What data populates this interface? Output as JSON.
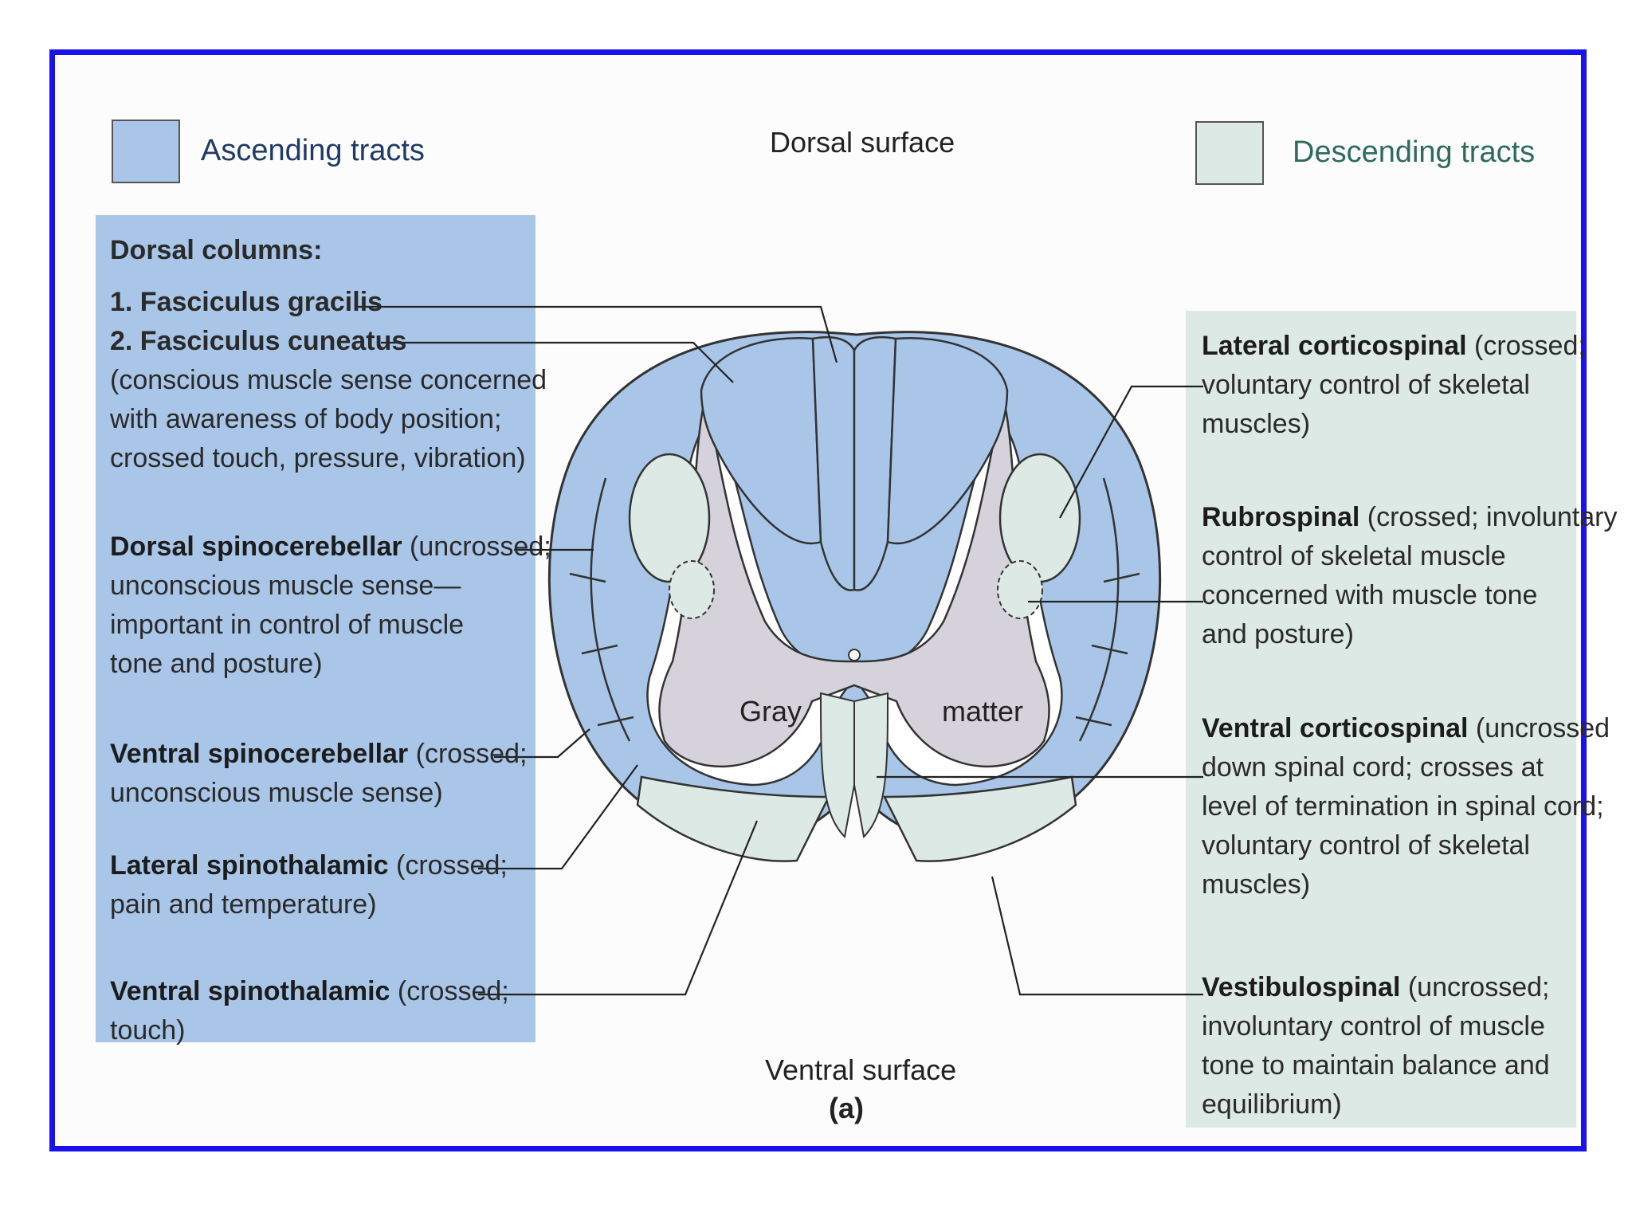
{
  "legend": {
    "ascending": "Ascending tracts",
    "descending": "Descending tracts"
  },
  "labels": {
    "dorsal_surface": "Dorsal surface",
    "ventral_surface": "Ventral surface",
    "panel_letter": "(a)",
    "gray": "Gray",
    "matter": "matter"
  },
  "ascending": {
    "heading": "Dorsal columns:",
    "gracilis": "1. Fasciculus gracilis",
    "cuneatus": "2. Fasciculus cuneatus",
    "dorsal_columns_desc": [
      "(conscious muscle sense concerned",
      "with awareness of body position;",
      "crossed touch, pressure, vibration)"
    ],
    "dorsal_spinocerebellar": {
      "name": "Dorsal spinocerebellar",
      "first": " (uncrossed;",
      "rest": [
        "unconscious muscle sense—",
        "important in control of muscle",
        "tone and posture)"
      ]
    },
    "ventral_spinocerebellar": {
      "name": "Ventral spinocerebellar",
      "first": " (crossed;",
      "rest": [
        "unconscious muscle sense)"
      ]
    },
    "lateral_spinothalamic": {
      "name": "Lateral spinothalamic",
      "first": " (crossed;",
      "rest": [
        "pain and temperature)"
      ]
    },
    "ventral_spinothalamic": {
      "name": "Ventral spinothalamic",
      "first": " (crossed;",
      "rest": [
        "touch)"
      ]
    }
  },
  "descending": {
    "lateral_corticospinal": {
      "name": "Lateral corticospinal",
      "first": " (crossed;",
      "rest": [
        "voluntary control of skeletal",
        "muscles)"
      ]
    },
    "rubrospinal": {
      "name": "Rubrospinal",
      "first": " (crossed; involuntary",
      "rest": [
        "control of skeletal muscle",
        "concerned with muscle tone",
        "and posture)"
      ]
    },
    "ventral_corticospinal": {
      "name": "Ventral corticospinal",
      "first": " (uncrossed",
      "rest": [
        "down spinal cord; crosses at",
        "level of termination in spinal cord;",
        "voluntary control of skeletal",
        "muscles)"
      ]
    },
    "vestibulospinal": {
      "name": "Vestibulospinal",
      "first": " (uncrossed;",
      "rest": [
        "involuntary control of muscle",
        "tone to maintain balance and",
        "equilibrium)"
      ]
    }
  },
  "colors": {
    "ascending": "#a9c6e8",
    "descending": "#dde9e4",
    "gray_matter": "#d6d2dc",
    "frame": "#1a12ee",
    "legend_descending_text": "#2f6b5a"
  }
}
